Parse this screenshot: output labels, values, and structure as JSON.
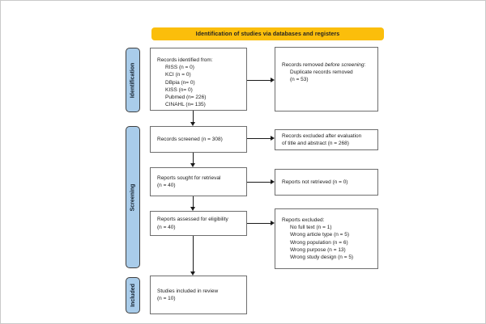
{
  "banner": {
    "label": "Identification of studies via databases and registers"
  },
  "colors": {
    "banner_bg": "#FBBE0B",
    "stage_bg": "#A9CCEA",
    "box_border": "#6E6E6E",
    "text": "#1C1C1C",
    "arrow": "#1A1A1A"
  },
  "stages": [
    {
      "label": "Identification"
    },
    {
      "label": "Screening"
    },
    {
      "label": "Included"
    }
  ],
  "boxes": {
    "records_identified": {
      "title": "Records identified from:",
      "items": [
        "RISS (n = 0)",
        "KCI (n = 0)",
        "DBpia (n= 0)",
        "KISS (n= 0)",
        "Pubmed (n= 226)",
        "CINAHL (n= 135)"
      ]
    },
    "records_removed": {
      "prefix": "Records removed ",
      "italic": "before screening",
      "suffix": ":",
      "items": [
        "Duplicate records removed",
        "(n = 53)"
      ]
    },
    "records_screened": {
      "line1": "Records screened (n = 308)"
    },
    "records_excluded": {
      "line1": "Records excluded after evaluation",
      "line2": "of title and abstract (n = 268)"
    },
    "reports_sought": {
      "line1": "Reports sought for retrieval",
      "line2": "(n = 40)"
    },
    "reports_not_retrieved": {
      "line1": "Reports not retrieved (n = 0)"
    },
    "reports_assessed": {
      "line1": "Reports assessed for eligibility",
      "line2": "(n = 40)"
    },
    "reports_excluded": {
      "title": "Reports excluded:",
      "items": [
        "No full text (n = 1)",
        "Wrong article type (n = 5)",
        "Wrong population (n = 6)",
        "Wrong purpose (n = 13)",
        "Wrong study design (n = 5)"
      ]
    },
    "studies_included": {
      "line1": "Studies included in review",
      "line2": "(n = 10)"
    }
  }
}
